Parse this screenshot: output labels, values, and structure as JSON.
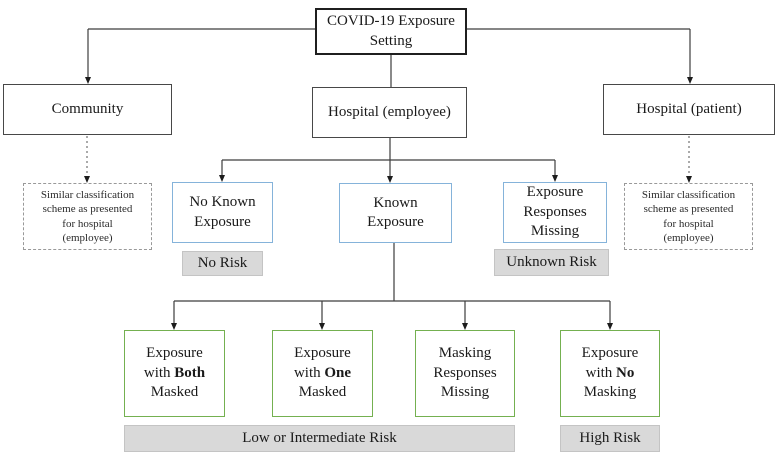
{
  "diagram": {
    "root": {
      "label": "COVID-19 Exposure\nSetting"
    },
    "settings": [
      {
        "label": "Community"
      },
      {
        "label": "Hospital (employee)"
      },
      {
        "label": "Hospital (patient)"
      }
    ],
    "notes": {
      "community": "Similar classification\nscheme as presented\nfor hospital\n(employee)",
      "patient": "Similar classification\nscheme as presented\nfor hospital\n(employee)"
    },
    "exposure": [
      {
        "label": "No Known\nExposure",
        "risk": "No Risk"
      },
      {
        "label": "Known\nExposure"
      },
      {
        "label": "Exposure\nResponses\nMissing",
        "risk": "Unknown Risk"
      }
    ],
    "masking": [
      {
        "pre": "Exposure\nwith ",
        "bold": "Both",
        "post": "\nMasked"
      },
      {
        "pre": "Exposure\nwith ",
        "bold": "One",
        "post": "\nMasked"
      },
      {
        "pre": "Masking\nResponses\nMissing",
        "bold": "",
        "post": ""
      },
      {
        "pre": "Exposure\nwith ",
        "bold": "No",
        "post": "\nMasking"
      }
    ],
    "risk_summary": {
      "low_intermediate": "Low or Intermediate Risk",
      "high": "High Risk"
    }
  },
  "colors": {
    "line": "#3d3d3d",
    "box_border_dark": "#1f1f1f",
    "blue_border": "#85b3da",
    "green_border": "#74b050",
    "gray_fill": "#d9d9d9",
    "note_border": "#999999"
  }
}
